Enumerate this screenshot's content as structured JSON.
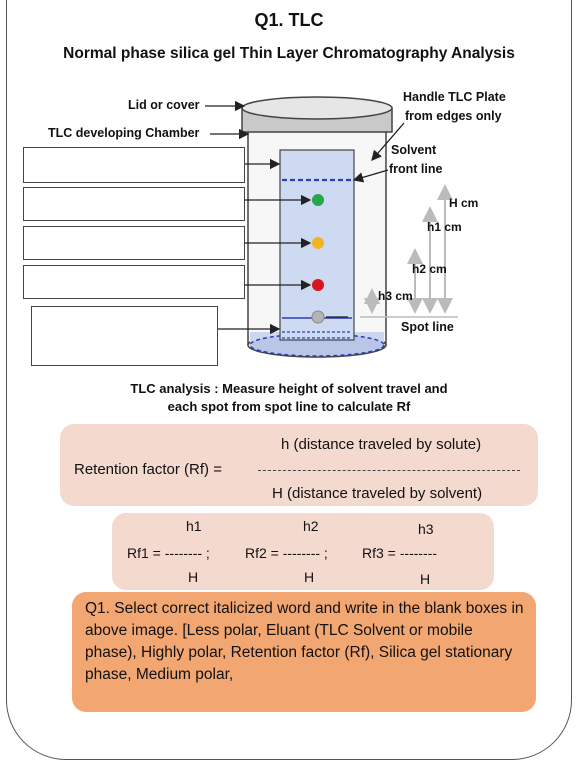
{
  "title": "Q1. TLC",
  "subtitle": "Normal phase silica gel Thin Layer Chromatography Analysis",
  "diagram": {
    "lid_label": "Lid or cover",
    "chamber_label": "TLC developing Chamber",
    "handle_label_1": "Handle TLC Plate",
    "handle_label_2": "from edges only",
    "solvent_label_1": "Solvent",
    "solvent_label_2": "front line",
    "H_label": "H cm",
    "h1_label": "h1 cm",
    "h2_label": "h2 cm",
    "h3_label": "h3 cm",
    "spot_line_label": "Spot line",
    "spot_colors": {
      "spot1": "#27a64a",
      "spot2": "#f2b427",
      "spot3": "#d9141e",
      "origin": "#b5b5b5"
    }
  },
  "analysis": {
    "line1": "TLC analysis : Measure height of solvent travel and",
    "line2": "each spot from spot line to calculate Rf"
  },
  "formula": {
    "label": "Retention factor (Rf) =",
    "numerator": "h (distance traveled by solute)",
    "denominator": "H (distance traveled by solvent)"
  },
  "rf": {
    "n1": "h1",
    "n2": "h2",
    "n3": "h3",
    "d1": "H",
    "d2": "H",
    "d3": "H",
    "r1": "Rf1 = -------- ;",
    "r2": "Rf2 = -------- ;",
    "r3": "Rf3 = --------"
  },
  "question": {
    "text": "Q1. Select correct italicized word and write in the blank boxes in above image. [Less polar, Eluant (TLC Solvent or mobile phase), Highly polar, Retention factor (Rf), Silica gel stationary phase, Medium polar,"
  }
}
